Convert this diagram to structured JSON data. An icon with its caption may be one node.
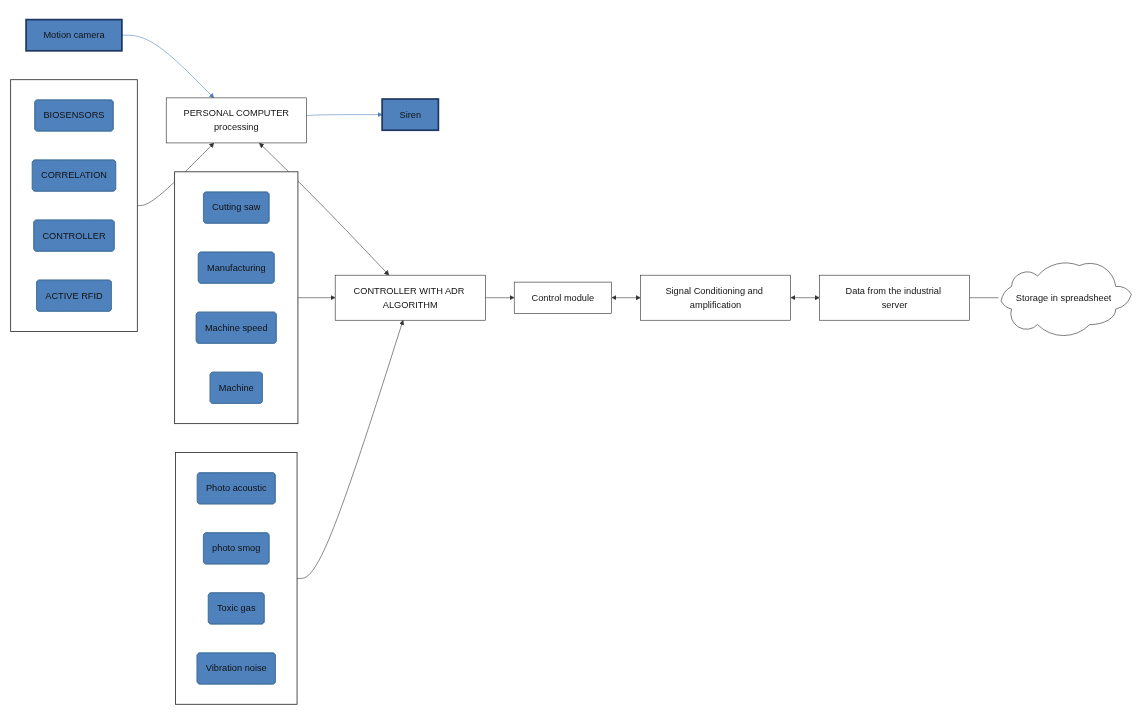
{
  "diagram": {
    "nodes": [
      {
        "text": [],
        "shape": "box"
      },
      {
        "text": [
          "BIOSENSORS"
        ],
        "in": 0
      },
      {
        "text": [
          "CORRELATION"
        ],
        "in": 0
      },
      {
        "text": [
          "CONTROLLER"
        ],
        "in": 0
      },
      {
        "text": [
          "ACTIVE RFID"
        ],
        "in": 0
      },
      {
        "text": [
          "PERSONAL COMPUTER",
          "processing"
        ]
      },
      {
        "text": [
          "Motion camera"
        ]
      },
      {
        "text": [
          "Siren"
        ]
      },
      {
        "text": [],
        "shape": "box"
      },
      {
        "text": [
          "Cutting saw"
        ],
        "in": 8
      },
      {
        "text": [
          "Manufacturing"
        ],
        "in": 8
      },
      {
        "text": [
          "Machine speed"
        ],
        "in": 8
      },
      {
        "text": [
          "Machine"
        ],
        "in": 8
      },
      {
        "text": [],
        "shape": "box"
      },
      {
        "text": [
          "Photo acoustic"
        ],
        "in": 13
      },
      {
        "text": [
          "photo smog"
        ],
        "in": 13
      },
      {
        "text": [
          "Toxic gas"
        ],
        "in": 13
      },
      {
        "text": [
          "Vibration noise"
        ],
        "in": 13
      },
      {
        "text": [
          "CONTROLLER WITH ADR ALGORITHM"
        ]
      },
      {
        "text": [
          "Control module"
        ]
      },
      {
        "text": [
          "Storage in spreadsheet"
        ]
      },
      {
        "text": [
          "Signal Conditioning and amplification"
        ]
      },
      {
        "text": [
          "Data from the industrial server"
        ]
      }
    ],
    "edges": [
      {
        "from": 0,
        "to": 5,
        "arrow": "to"
      },
      {
        "from": 6,
        "to": 5,
        "arrow": "to",
        "color": "#4f81bd"
      },
      {
        "from": 5,
        "to": 7,
        "arrow": "to",
        "color": "#4f81bd"
      },
      {
        "from": 5,
        "to": 18,
        "arrow": "both"
      },
      {
        "from": 8,
        "to": 18,
        "arrow": "to"
      },
      {
        "from": 13,
        "to": 18,
        "arrow": "to"
      },
      {
        "from": 18,
        "to": 19,
        "arrow": "to"
      },
      {
        "from": 19,
        "to": 21,
        "arrow": "both"
      },
      {
        "from": 21,
        "to": 22,
        "arrow": "both"
      },
      {
        "from": 22,
        "to": 20,
        "arrow": "none"
      }
    ]
  }
}
